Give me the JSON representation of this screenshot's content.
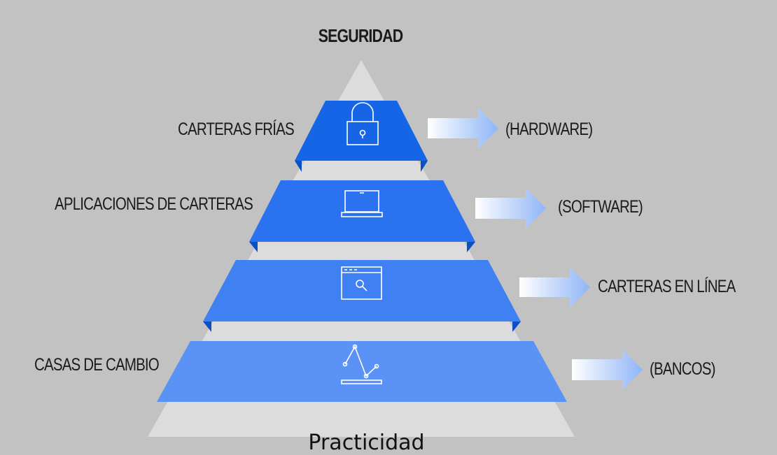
{
  "top_label": "SEGURIDAD",
  "bottom_label": "Practicidad",
  "levels": [
    {
      "left_label": "CARTERAS FRÍAS",
      "right_label": "(HARDWARE)",
      "icon": "padlock-icon",
      "color": "#1565e6"
    },
    {
      "left_label": "APLICACIONES DE CARTERAS",
      "right_label": "(SOFTWARE)",
      "icon": "laptop-icon",
      "color": "#2a72f0"
    },
    {
      "left_label": "",
      "right_label": "CARTERAS EN LÍNEA",
      "icon": "browser-search-icon",
      "color": "#3f80f2"
    },
    {
      "left_label": "CASAS DE CAMBIO",
      "right_label": "(BANCOS)",
      "icon": "chart-line-icon",
      "color": "#5a92f5"
    }
  ],
  "colors": {
    "background": "#c2c2c2",
    "pyramid": "#dcdcdc",
    "fold": "#0b4fc4",
    "arrow": "#8fb5f7"
  }
}
